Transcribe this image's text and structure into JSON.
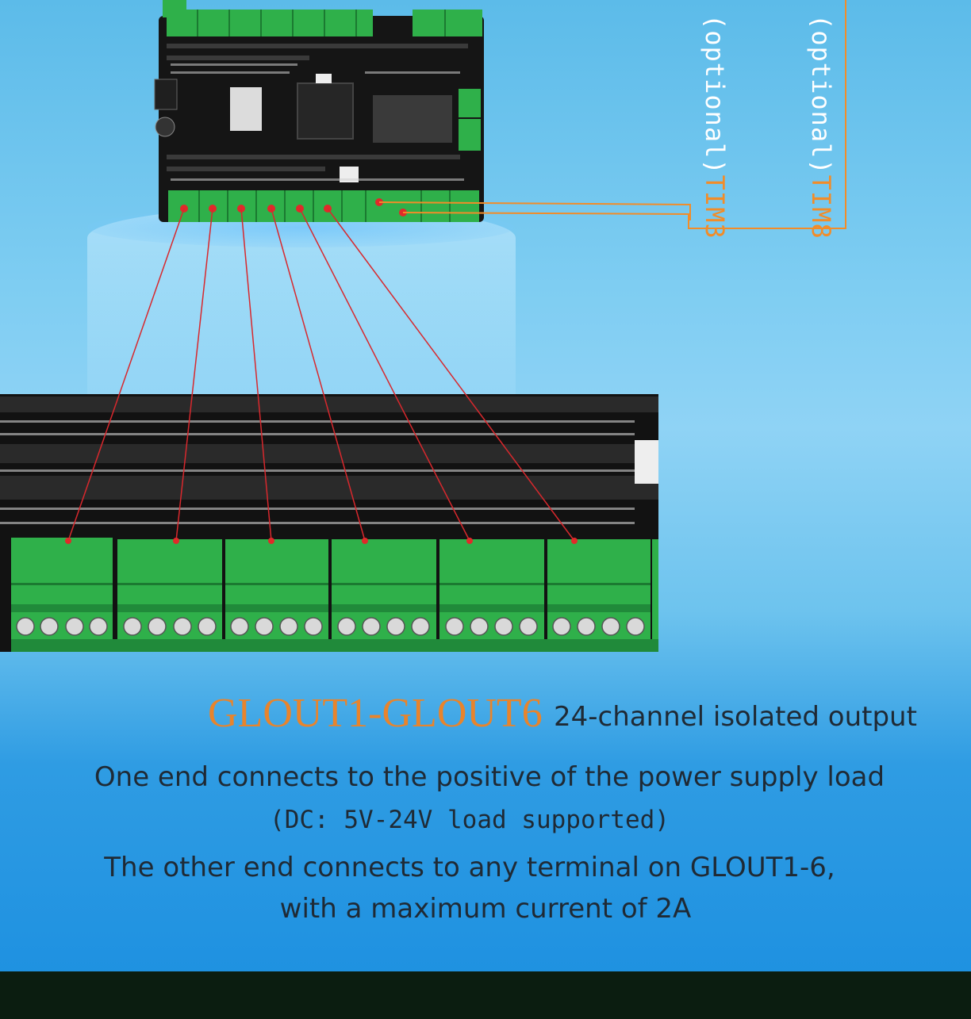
{
  "labels": {
    "tim8": {
      "optional": "(optional)",
      "name": "TIM8"
    },
    "tim3": {
      "optional": "(optional)",
      "name": "TIM3"
    }
  },
  "heading": {
    "range": "GLOUT1-GLOUT6",
    "description": "24-channel isolated output"
  },
  "body": {
    "line1": "One end connects to the positive of the power supply load",
    "line2": "(DC: 5V-24V load supported)",
    "line3": "The other end connects to any terminal on GLOUT1-6,",
    "line4": "with a maximum current of 2A"
  },
  "colors": {
    "terminal_green": "#2fb04a",
    "pcb_black": "#121212",
    "wire_red": "#d8282d",
    "accent_orange": "#f28c28"
  }
}
